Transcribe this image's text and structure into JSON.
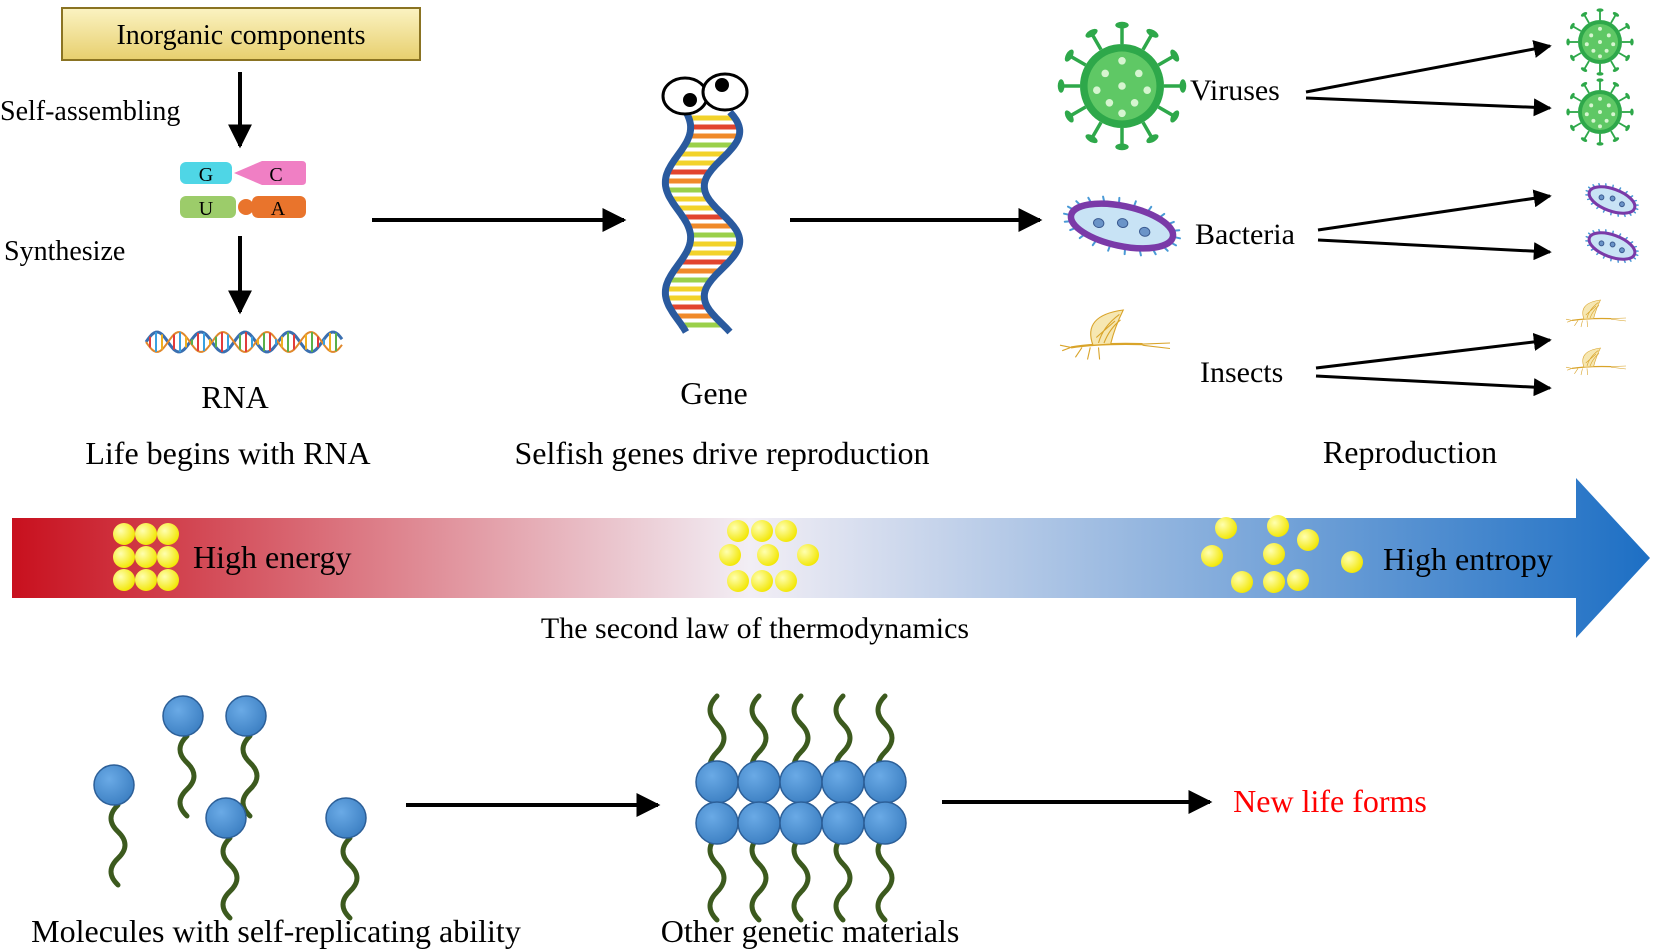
{
  "top": {
    "inorganic_label": "Inorganic components",
    "self_assembling_label": "Self-assembling",
    "synthesize_label": "Synthesize",
    "bases": [
      "G",
      "C",
      "U",
      "A"
    ],
    "rna_label": "RNA",
    "rna_caption": "Life begins with RNA",
    "gene_label": "Gene",
    "gene_caption": "Selfish genes drive reproduction",
    "organisms": [
      "Viruses",
      "Bacteria",
      "Insects"
    ],
    "reproduction_label": "Reproduction"
  },
  "thermo": {
    "high_energy_label": "High energy",
    "high_entropy_label": "High entropy",
    "law_label": "The second law of thermodynamics"
  },
  "bottom": {
    "molecules_caption": "Molecules with self-replicating ability",
    "materials_caption": "Other genetic materials",
    "new_life_label": "New life forms"
  },
  "colors": {
    "arrow_start": "#c8101e",
    "arrow_mid": "#f2eef5",
    "arrow_end": "#1d6fc4",
    "particle": "#f4ec00",
    "blue_circle": "#4a8fd2",
    "strand": "#3c5a1e",
    "new_life": "#ff0000",
    "virus": "#2ea84a",
    "bacteria": "#7a3aa8",
    "insect": "#d9a42a"
  }
}
